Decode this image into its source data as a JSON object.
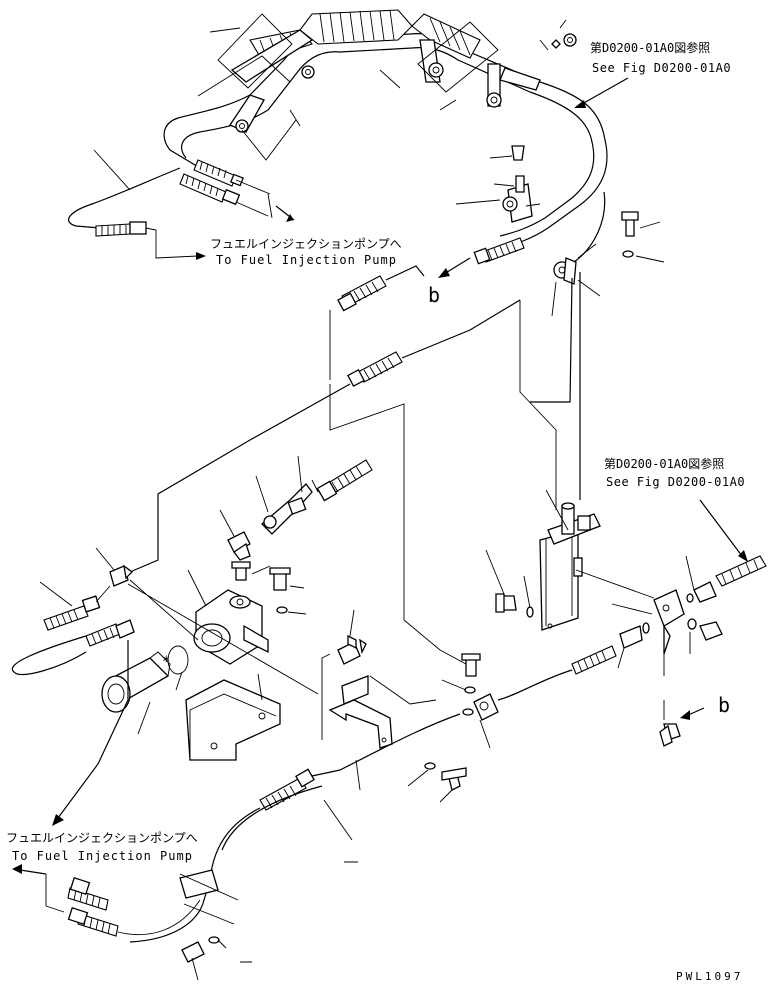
{
  "references": {
    "top_jp": "第D0200-01A0図参照",
    "top_en": "See Fig D0200-01A0",
    "mid_jp": "第D0200-01A0図参照",
    "mid_en": "See Fig D0200-01A0"
  },
  "destinations": {
    "upper_jp": "フュエルインジェクションポンプへ",
    "upper_en": "To Fuel Injection Pump",
    "lower_jp": "フュエルインジェクションポンプへ",
    "lower_en": "To Fuel Injection Pump"
  },
  "connection_labels": {
    "b_upper": "b",
    "b_lower": "b"
  },
  "part_marks": {
    "asterisk": "*"
  },
  "drawing_code": "PWL1097"
}
